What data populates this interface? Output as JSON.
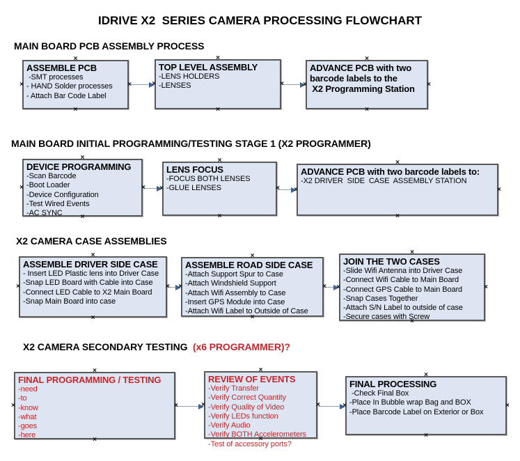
{
  "title": "IDRIVE X2  SERIES CAMERA PROCESSING FLOWCHART",
  "colors": {
    "red": "#C8262C",
    "box_fill": "#DCE5F1",
    "box_border": "#595959",
    "arrow_line": "#8CA2BE",
    "arrow_head": "#40618F"
  },
  "sections": [
    {
      "header": "MAIN BOARD PCB ASSEMBLY PROCESS",
      "boxes": [
        {
          "title": "ASSEMBLE PCB",
          "items": [
            " -SMT processes",
            "- HAND Solder processes",
            "- Attach Bar Code Label"
          ]
        },
        {
          "title": "TOP LEVEL ASSEMBLY",
          "items": [
            "-LENS HOLDERS",
            "-LENSES"
          ]
        },
        {
          "title": "ADVANCE PCB with two\nbarcode labels to the\n X2 Programming Station",
          "items": []
        }
      ]
    },
    {
      "header": "MAIN BOARD INITIAL PROGRAMMING/TESTING STAGE 1 (X2 PROGRAMMER)",
      "boxes": [
        {
          "title": "DEVICE PROGRAMMING",
          "items": [
            "-Scan Barcode",
            "-Boot Loader",
            "-Device Configuration",
            "-Test Wired Events",
            "-AC SYNC"
          ]
        },
        {
          "title": "LENS FOCUS",
          "items": [
            "-FOCUS BOTH LENSES",
            "-GLUE LENSES"
          ]
        },
        {
          "title": "ADVANCE PCB with two barcode labels to:",
          "items": [
            "-X2 DRIVER  SIDE  CASE  ASSEMBLY STATION"
          ]
        }
      ]
    },
    {
      "header": "X2 CAMERA CASE ASSEMBLIES",
      "boxes": [
        {
          "title": "ASSEMBLE DRIVER SIDE CASE",
          "items": [
            "- Insert LED Plastic lens into Driver Case",
            "-Snap LED Board with Cable into Case",
            "-Connect LED Cable to X2 Main Board",
            "-Snap Main Board into case"
          ]
        },
        {
          "title": "ASSEMBLE ROAD SIDE CASE",
          "items": [
            "-Attach Support Spur to Case",
            "-Attach Windshield Support",
            "-Attach Wifi Assembly to Case",
            "-Insert GPS Module into Case",
            "-Attach Wifi Label to Outside of Case"
          ]
        },
        {
          "title": "JOIN THE TWO CASES",
          "items": [
            "-Slide Wifi Antenna into Driver Case",
            "-Connect Wifi Cable to Main Board",
            "-Connect GPS Cable to Main Board",
            "-Snap Cases Together",
            "-Attach S/N Label to outside of case",
            "-Secure cases with Screw"
          ]
        }
      ]
    },
    {
      "header": "X2 CAMERA SECONDARY TESTING  ",
      "header_red": "(x6 PROGRAMMER)?",
      "boxes": [
        {
          "title": "FINAL PROGRAMMING / TESTING",
          "items": [
            "-need",
            "-to",
            "-know",
            "-what",
            "-goes",
            "-here"
          ]
        },
        {
          "title": "REVIEW OF EVENTS",
          "items": [
            "-Verify Transfer",
            "-Verify Correct Quantity",
            "-Verify Quality of Video",
            "-Verify LEDs function",
            "-Verify Audio",
            "-Verify BOTH Accelerometers",
            "-Test of accessory ports?"
          ]
        },
        {
          "title": "FINAL PROCESSING",
          "items": [
            " -Check Final Box",
            "-Place In Bubble wrap Bag and BOX",
            "-Place Barcode Label on Exterior or Box"
          ]
        }
      ]
    }
  ]
}
